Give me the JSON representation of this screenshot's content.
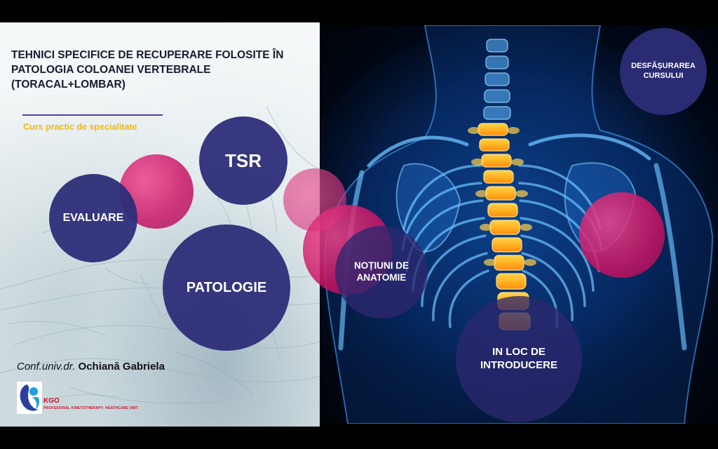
{
  "slide": {
    "title": "TEHNICI SPECIFICE DE RECUPERARE FOLOSITE ÎN\nPATOLOGIA  COLOANEI VERTEBRALE\n(TORACAL+LOMBAR)",
    "subtitle": "Curs practic de specialitate",
    "author_rank": "Conf.univ.dr.",
    "author_name": "Ochiană Gabriela"
  },
  "logo": {
    "name": "KGO",
    "tagline": "PROFESIONAL KINETOTHERAPY- HEATHCARE UNIT"
  },
  "bubbles": {
    "tsr": "TSR",
    "evaluare": "EVALUARE",
    "patologie": "PATOLOGIE",
    "notiuni": "NOȚIUNI DE\nANATOMIE",
    "in_loc": "IN LOC DE\nINTRODUCERE",
    "desfasurarea": "DESFĂȘURAREA\nCURSULUI"
  },
  "colors": {
    "navy": "#2d2d78",
    "pink": "#c81464",
    "subtitle_yellow": "#f2b90f",
    "rule_purple": "#4b3fb3"
  }
}
